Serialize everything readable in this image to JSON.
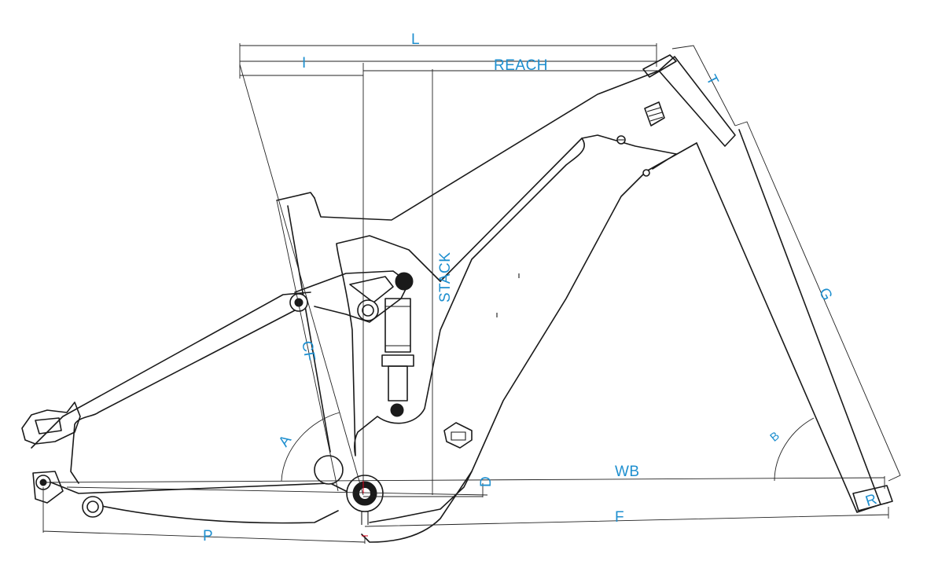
{
  "labels": {
    "L": "L",
    "I": "I",
    "REACH": "REACH",
    "T": "T",
    "STACK": "STACK",
    "CF": "CF",
    "G": "G",
    "A": "A",
    "B": "B",
    "WB": "WB",
    "D": "D",
    "R": "R",
    "F": "F",
    "P": "P"
  },
  "colors": {
    "label": "#1e8fcf",
    "line": "#1a1a1a",
    "marker": "#e0001a"
  }
}
